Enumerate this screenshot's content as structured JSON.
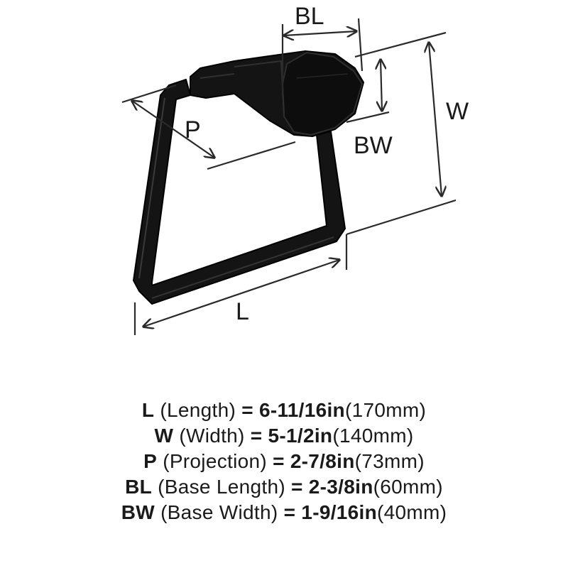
{
  "diagram": {
    "labels": {
      "bl": "BL",
      "bw": "BW",
      "w": "W",
      "p": "P",
      "l": "L"
    }
  },
  "specs": [
    {
      "abbr": "L",
      "name": "(Length)",
      "eq": "=",
      "imperial": "6-11/16in",
      "metric": "(170mm)"
    },
    {
      "abbr": "W",
      "name": "(Width)",
      "eq": "=",
      "imperial": "5-1/2in",
      "metric": "(140mm)"
    },
    {
      "abbr": "P",
      "name": "(Projection)",
      "eq": "=",
      "imperial": "2-7/8in",
      "metric": "(73mm)"
    },
    {
      "abbr": "BL",
      "name": "(Base Length)",
      "eq": "=",
      "imperial": "2-3/8in",
      "metric": "(60mm)"
    },
    {
      "abbr": "BW",
      "name": "(Base Width)",
      "eq": "=",
      "imperial": "1-9/16in",
      "metric": "(40mm)"
    }
  ],
  "colors": {
    "product": "#141414",
    "lines": "#2a2a2a",
    "text": "#1a1a1a"
  }
}
